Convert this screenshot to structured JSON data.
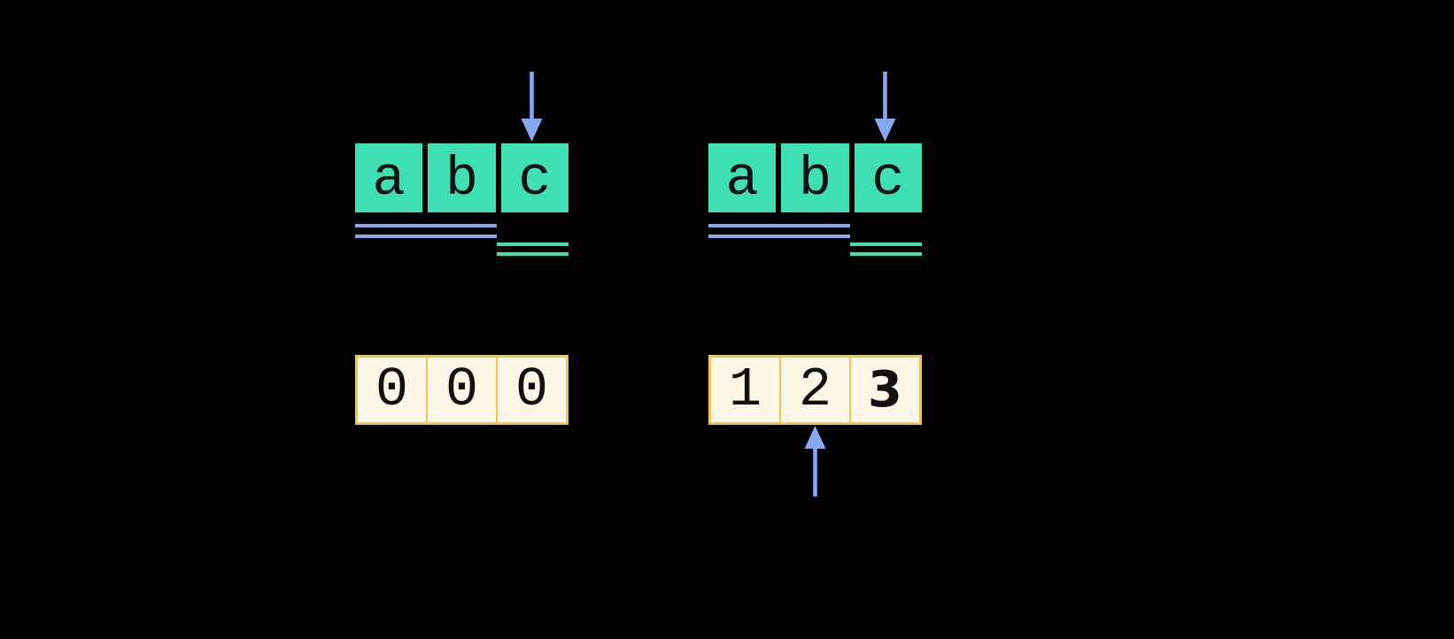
{
  "colors": {
    "background": "#000000",
    "cell_green": "#3EDFB2",
    "arrow_blue": "#85A8F0",
    "cream_fill": "#FCF7E6",
    "amber_border": "#F5C54D",
    "glyph": "#111111"
  },
  "panels": {
    "left": {
      "letters": [
        "a",
        "b",
        "c"
      ],
      "counts": [
        "0",
        "0",
        "0"
      ]
    },
    "right": {
      "letters": [
        "a",
        "b",
        "c"
      ],
      "counts": [
        "1",
        "2",
        "3"
      ]
    }
  },
  "icons": {
    "down_arrow": "down-arrow-icon",
    "up_arrow": "up-arrow-icon"
  }
}
